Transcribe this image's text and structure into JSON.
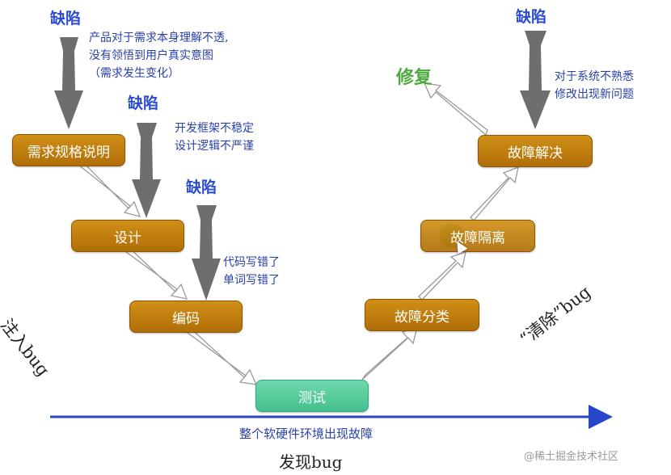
{
  "nodes": {
    "requirements": "需求规格说明",
    "design": "设计",
    "coding": "编码",
    "testing": "测试",
    "classification": "故障分类",
    "isolation": "故障隔离",
    "resolution": "故障解决"
  },
  "defect_label": "缺陷",
  "notes": {
    "req_line1": "产品对于需求本身理解不透,",
    "req_line2": "没有领悟到用户真实意图",
    "req_line3": "（需求发生变化）",
    "design_line1": "开发框架不稳定",
    "design_line2": "设计逻辑不严谨",
    "code_line1": "代码写错了",
    "code_line2": "单词写错了",
    "fix_line1": "对于系统不熟悉",
    "fix_line2": "修改出现新问题"
  },
  "repair_label": "修复",
  "inject_label": "注入bug",
  "clear_label": "“清除”bug",
  "environment_label": "整个软硬件环境出现故障",
  "found_label": "发现bug",
  "watermark": "@稀土掘金技术社区",
  "colors": {
    "node_fill": "#c07d0e",
    "test_fill": "#5ccf9f",
    "defect_arrow": "#6e6e6e",
    "env_arrow": "#2747c9",
    "text_blue": "#2a3fa8",
    "repair_green": "#4caa3c"
  }
}
